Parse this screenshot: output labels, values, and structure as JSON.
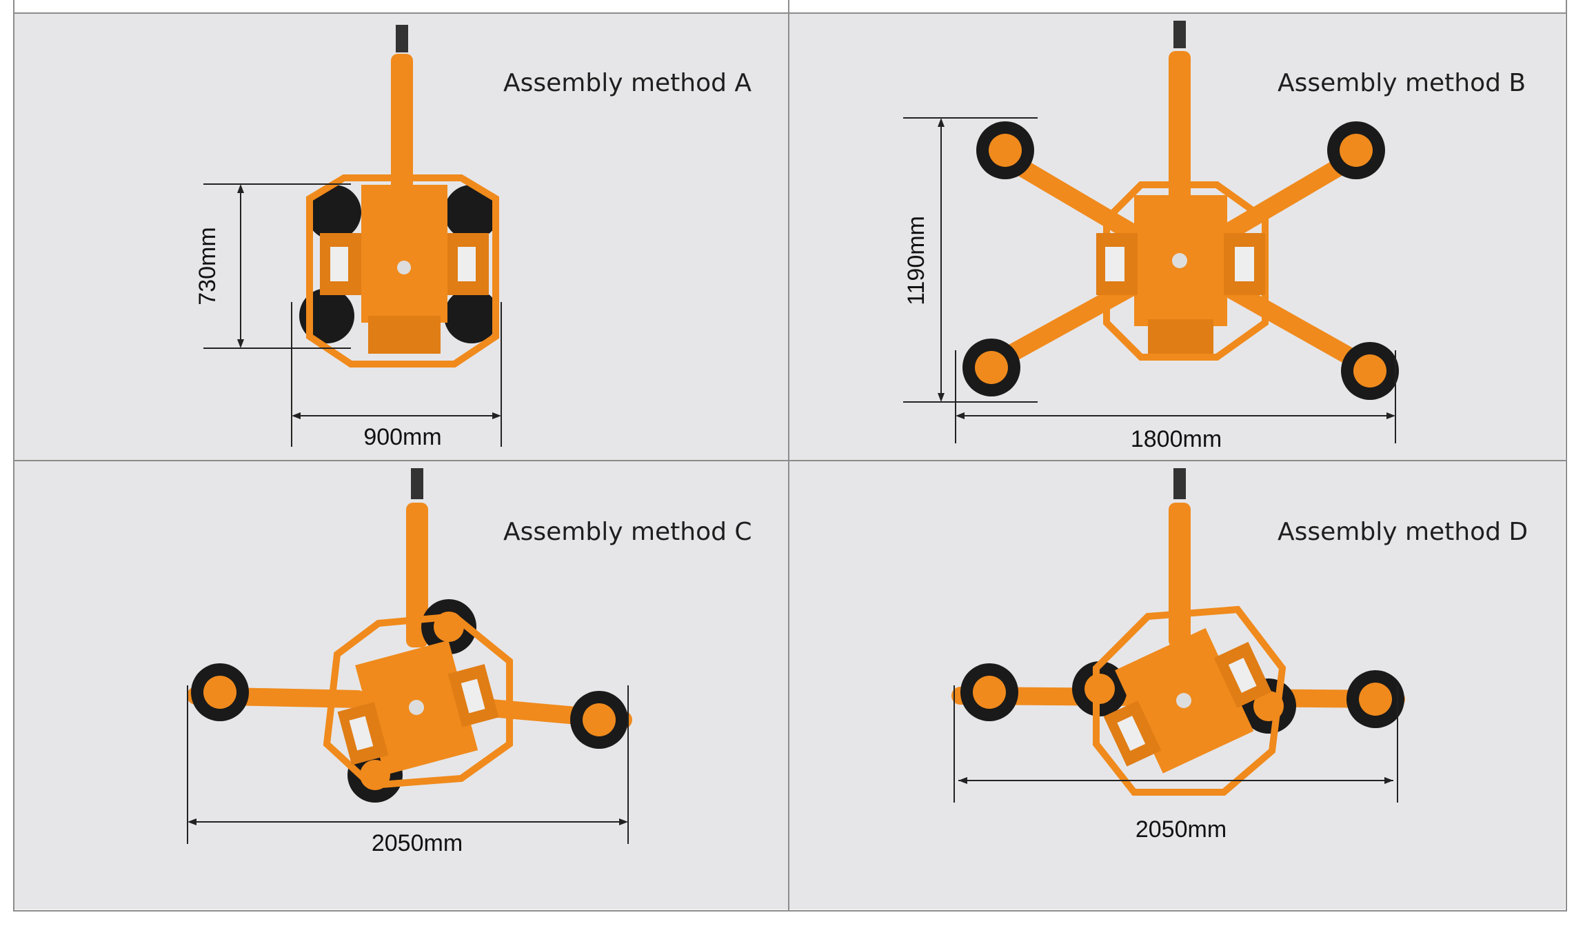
{
  "panels": [
    {
      "title": "Assembly method A",
      "dims": [
        "730mm",
        "900mm"
      ]
    },
    {
      "title": "Assembly method B",
      "dims": [
        "1190mm",
        "1800mm"
      ]
    },
    {
      "title": "Assembly method C",
      "dims": [
        "2050mm"
      ]
    },
    {
      "title": "Assembly method D",
      "dims": [
        "2050mm"
      ]
    }
  ],
  "colors": {
    "frame": "#f08a1c",
    "frame_dark": "#c96a10",
    "cup": "#1a1a1a",
    "background": "#e6e6e8",
    "border": "#8c8c8c"
  }
}
